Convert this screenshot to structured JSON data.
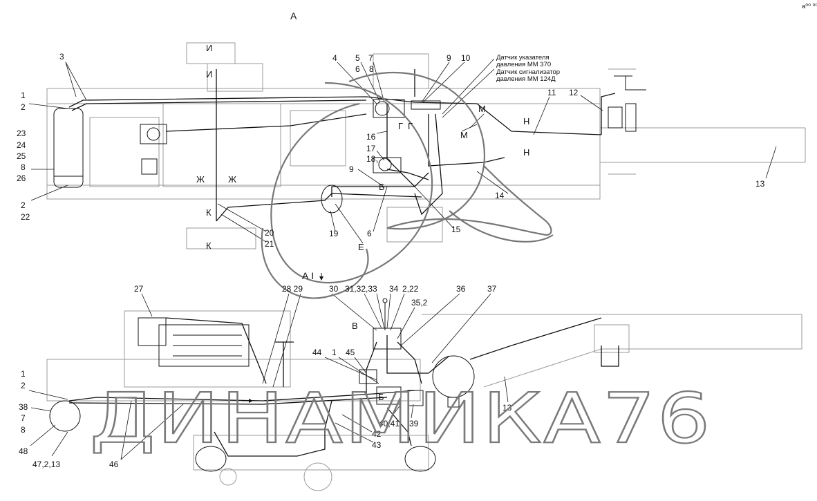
{
  "corner_mark": "a⁰⁰ ⁰⁰⁰",
  "views": {
    "top": "А",
    "bottom": "А I"
  },
  "sensors": [
    "Датчик указателя",
    "давления ММ 370",
    "Датчик сигнализатор",
    "давления ММ 124Д"
  ],
  "section_marks": {
    "i1": "И",
    "i2": "И",
    "zh1": "Ж",
    "zh2": "Ж",
    "k1": "К",
    "k2": "К",
    "m1": "М",
    "m2": "М",
    "n1": "Н",
    "n2": "Н",
    "g": "Г",
    "g2": "Г",
    "b": "Б",
    "e": "Е",
    "v": "В",
    "b2": "Б"
  },
  "top_callouts": {
    "c3": "3",
    "c1": "1",
    "c2": "2",
    "c23": "23",
    "c24": "24",
    "c25": "25",
    "c8": "8",
    "c26": "26",
    "c2b": "2",
    "c22": "22",
    "c4": "4",
    "c5": "5",
    "c7": "7",
    "c6": "6",
    "c8b": "8",
    "c9": "9",
    "c10": "10",
    "c11": "11",
    "c12": "12",
    "c16": "16",
    "c17": "17",
    "c18": "18",
    "c9b": "9",
    "c14": "14",
    "c13": "13",
    "c15": "15",
    "c6b": "6",
    "c19": "19",
    "c20": "20",
    "c21": "21"
  },
  "bottom_callouts": {
    "c27": "27",
    "c28_29": "28 29",
    "c30": "30",
    "c31_33": "31,32,33",
    "c34": "34",
    "c2_22": "2,22",
    "c35_2": "35,2",
    "c36": "36",
    "c37": "37",
    "c44": "44",
    "c1": "1",
    "c45": "45",
    "c1b": "1",
    "c2": "2",
    "c38": "38",
    "c7": "7",
    "c8": "8",
    "c48": "48",
    "c47_2_13": "47,2,13",
    "c46": "46",
    "c42": "42",
    "c43": "43",
    "c40_41": "40,41",
    "c39": "39",
    "c13": "13"
  },
  "watermark": "ДИНАМИКА76"
}
